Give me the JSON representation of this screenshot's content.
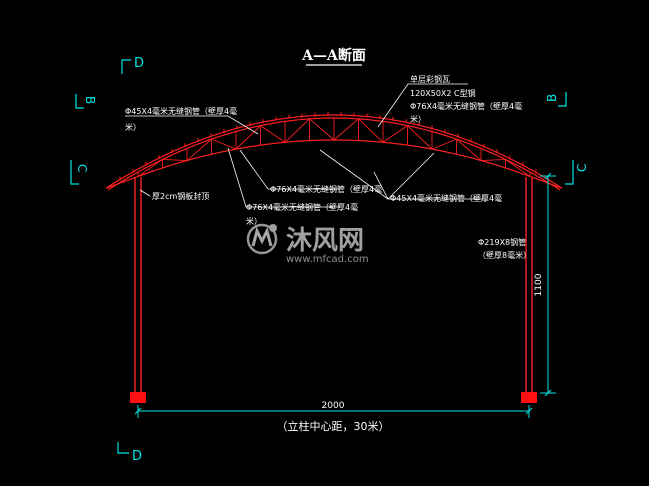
{
  "drawing": {
    "title": "A—A断面",
    "section_marks": {
      "top_left": "D",
      "bottom_left": "D",
      "left": "B",
      "right": "B",
      "far_left": "C",
      "far_right": "C"
    },
    "annotations": {
      "top_chord_1": "Φ45X4毫米无缝钢管（壁厚4毫",
      "top_chord_1b": "米）",
      "roof_1": "单层彩钢瓦",
      "roof_2": "120X50X2 C型钢",
      "roof_3": "Φ76X4毫米无缝钢管（壁厚4毫",
      "roof_3b": "米）",
      "base_plate": "厚2cm钢板封顶",
      "web_1": "Φ76X4毫米无缝钢管（壁厚4毫",
      "web_2": "Φ76X4毫米无缝钢管（壁厚4毫",
      "web_2b": "米）",
      "mid_web": "Φ45X4毫米无缝钢管（壁厚4毫",
      "column_1": "Φ219X8钢管",
      "column_2": "（壁厚8毫米）"
    },
    "dimensions": {
      "height": "1100",
      "span": "2000",
      "span_note": "（立柱中心距，30米）"
    },
    "watermark": {
      "brand": "沐风网",
      "url": "www.mfcad.com"
    },
    "colors": {
      "structure": "#ff2020",
      "dimension": "#00e5e5",
      "text": "#ffffff",
      "background": "#000000"
    }
  }
}
